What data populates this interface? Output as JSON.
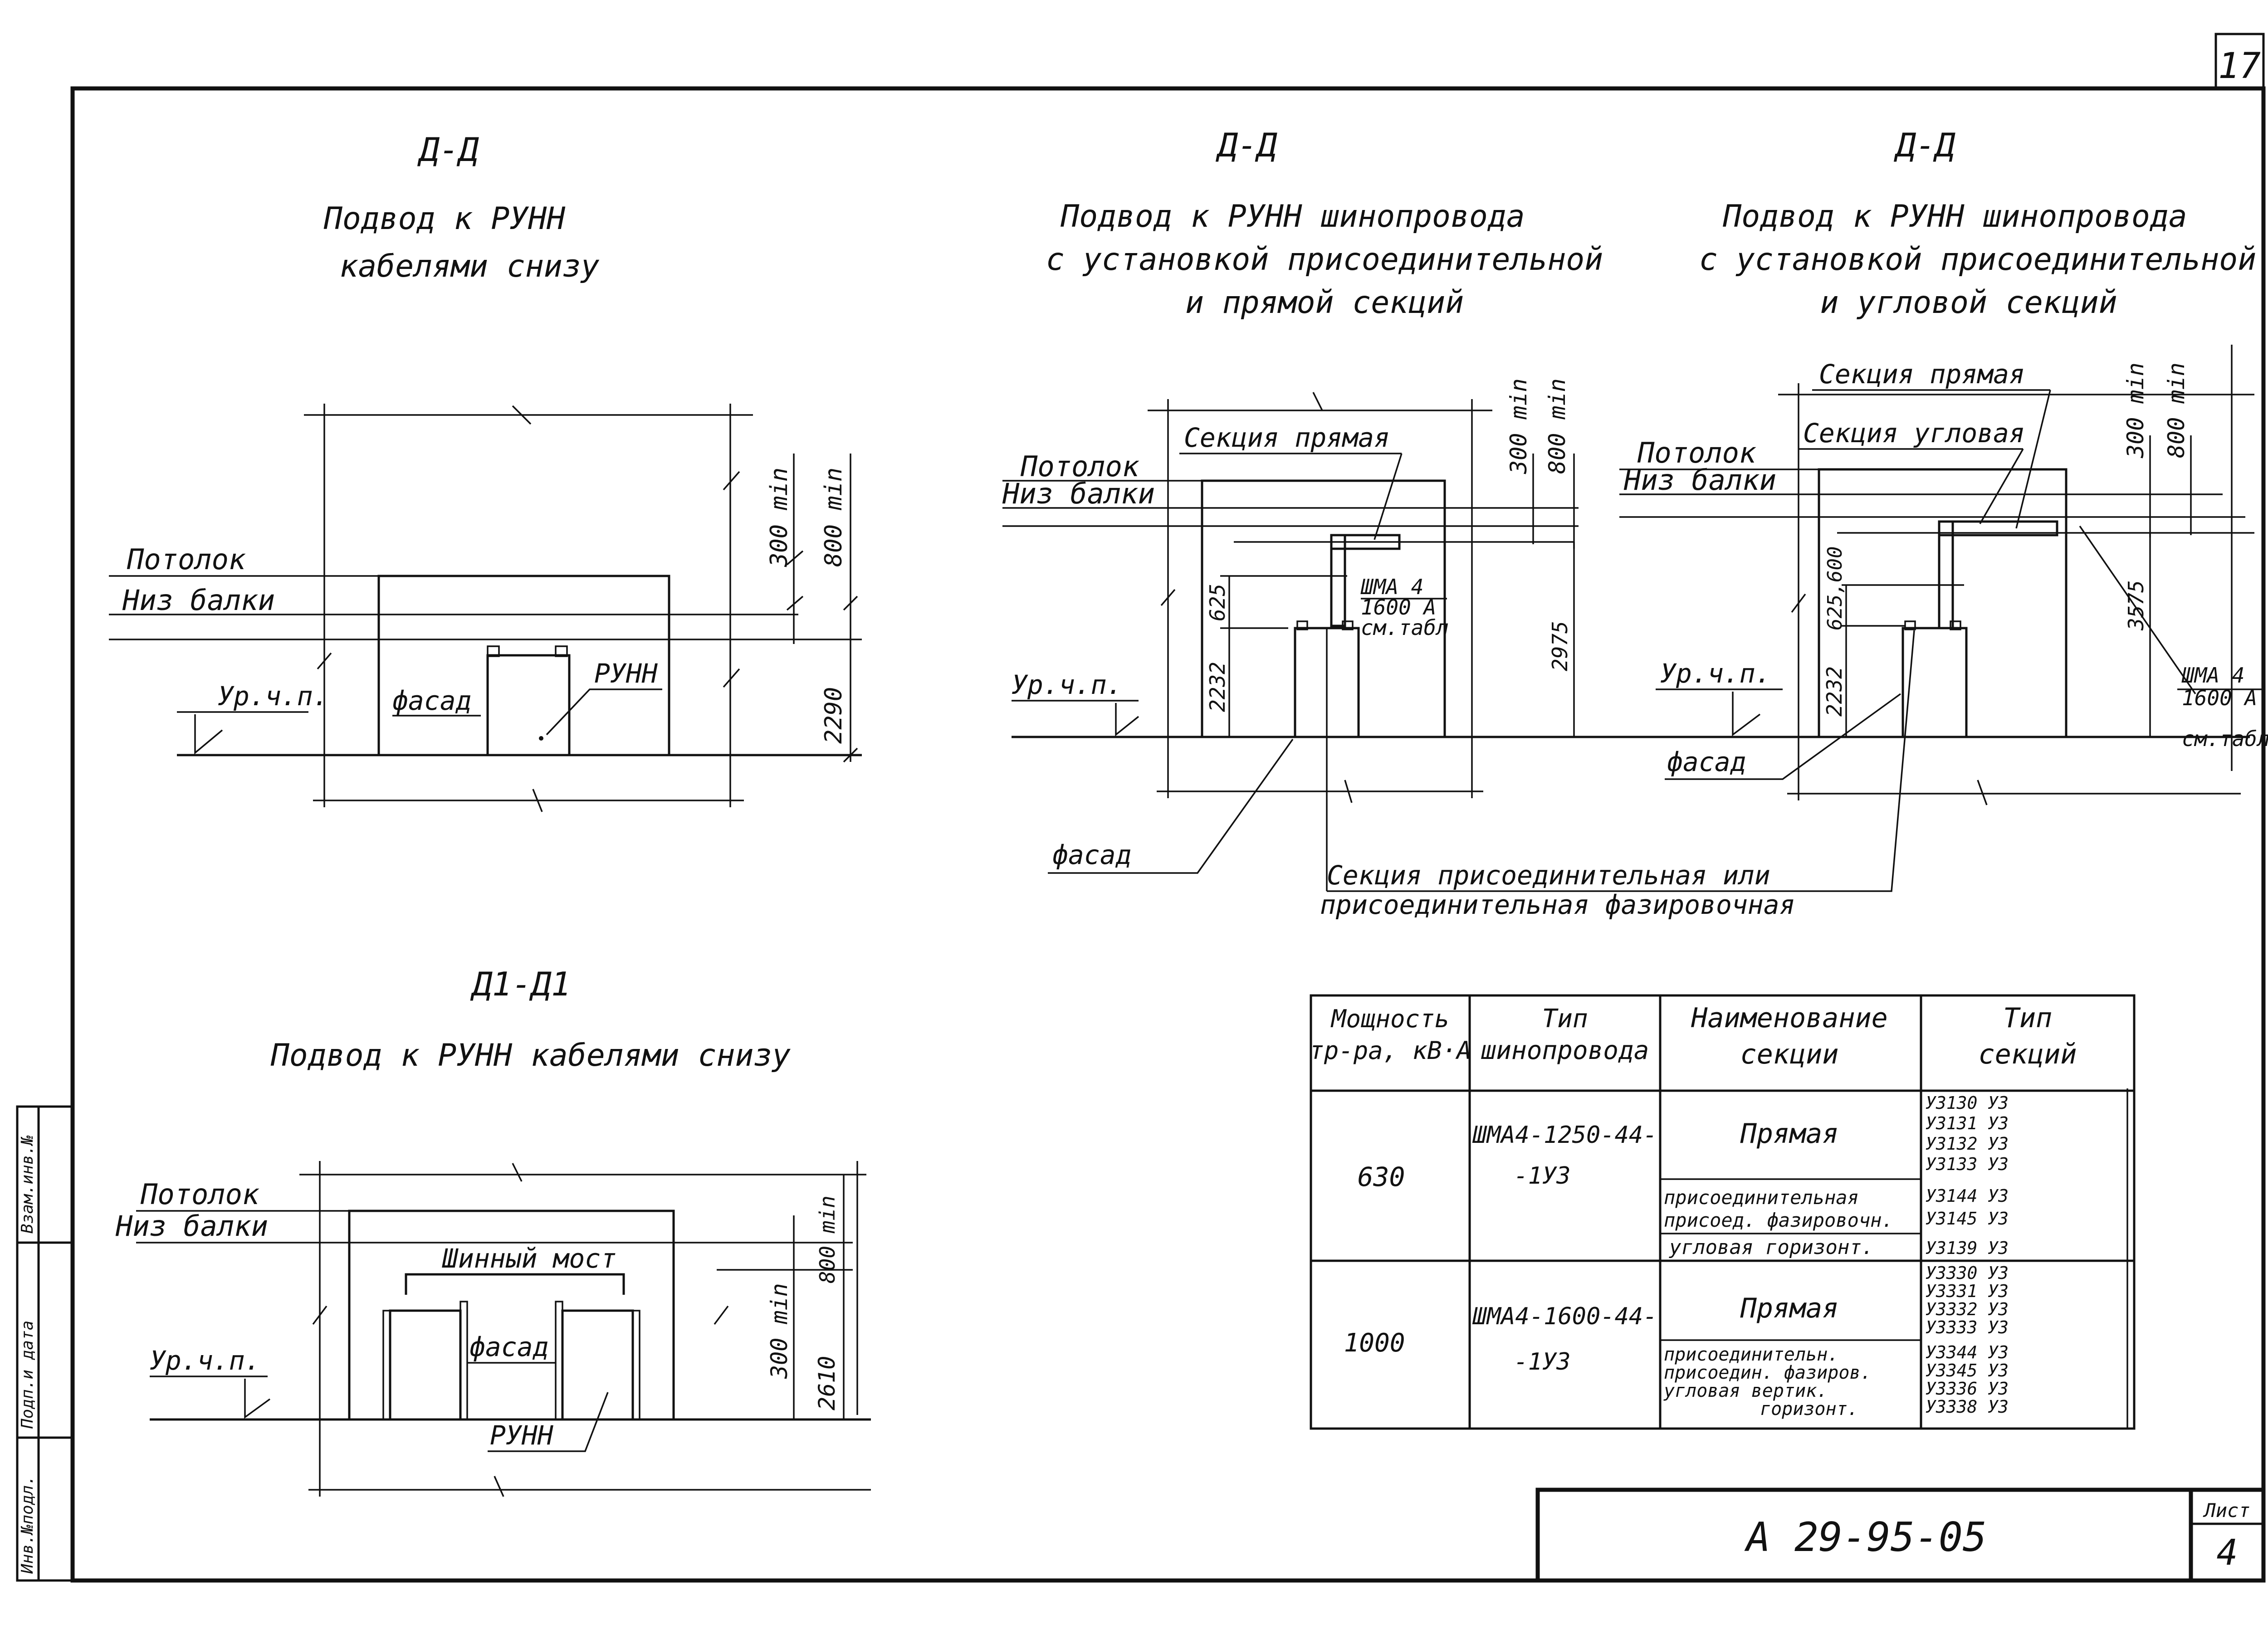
{
  "sheet": {
    "page_no": "17",
    "code": "А 29-95-05",
    "list_label": "Лист",
    "list_no": "4",
    "side_stamp": [
      "Инв.№подл.",
      "Подп.и дата",
      "Взам.инв.№"
    ]
  },
  "section_a": {
    "mark": "Д-Д",
    "title": [
      "Подвод к РУНН",
      "кабелями снизу"
    ],
    "labels": {
      "ceiling": "Потолок",
      "beam": "Низ балки",
      "floor": "Ур.ч.п.",
      "facade": "фасад",
      "runn": "РУНН"
    },
    "dims": {
      "d1": "300 min",
      "d2": "800 min",
      "d3": "2290"
    }
  },
  "section_b": {
    "mark": "Д-Д",
    "title": [
      "Подвод к РУНН шинопровода",
      "с установкой присоединительной",
      "и прямой секций"
    ],
    "labels": {
      "ceiling": "Потолок",
      "beam": "Низ балки",
      "floor": "Ур.ч.п.",
      "straight": "Секция прямая",
      "busway": [
        "ШМА 4",
        "1600 А",
        "см.табл"
      ],
      "facade": "фасад"
    },
    "dims": {
      "d1": "300 min",
      "d2": "800 min",
      "d3": "625",
      "d4": "2232",
      "d5": "2975"
    }
  },
  "section_c": {
    "mark": "Д-Д",
    "title": [
      "Подвод к РУНН шинопровода",
      "с установкой присоединительной",
      "и угловой секций"
    ],
    "labels": {
      "ceiling": "Потолок",
      "beam": "Низ балки",
      "floor": "Ур.ч.п.",
      "straight": "Секция прямая",
      "angle": "Секция угловая",
      "busway": [
        "ШМА 4",
        "1600 А",
        "см.табл"
      ],
      "facade": "фасад"
    },
    "dims": {
      "d1": "300 min",
      "d2": "800 min",
      "d3": "625,600",
      "d4": "2232",
      "d5": "3575"
    }
  },
  "common_note": [
    "Секция присоединительная или",
    "присоединительная фазировочная"
  ],
  "section_d": {
    "mark": "Д1-Д1",
    "title": [
      "Подвод к РУНН кабелями снизу"
    ],
    "labels": {
      "ceiling": "Потолок",
      "beam": "Низ балки",
      "floor": "Ур.ч.п.",
      "bridge": "Шинный мост",
      "facade": "фасад",
      "runn": "РУНН"
    },
    "dims": {
      "d1": "800 min",
      "d2": "300 min",
      "d3": "2610"
    }
  },
  "table": {
    "headers": [
      [
        "Мощность",
        "тр-ра, кВ·А"
      ],
      [
        "Тип",
        "шинопровода"
      ],
      [
        "Наименование",
        "секции"
      ],
      [
        "Тип",
        "секций"
      ]
    ],
    "groups": [
      {
        "power": "630",
        "busway": [
          "ШМА4-1250-44-",
          "-1У3"
        ],
        "rows": [
          {
            "name": [
              "Прямая"
            ],
            "codes": [
              "У3130 У3",
              "У3131 У3",
              "У3132 У3",
              "У3133 У3"
            ]
          },
          {
            "name": [
              "присоединительная",
              "присоед. фазировочн."
            ],
            "codes": [
              "У3144 У3",
              "У3145 У3"
            ]
          },
          {
            "name": [
              "угловая горизонт."
            ],
            "codes": [
              "У3139 У3"
            ]
          }
        ]
      },
      {
        "power": "1000",
        "busway": [
          "ШМА4-1600-44-",
          "-1У3"
        ],
        "rows": [
          {
            "name": [
              "Прямая"
            ],
            "codes": [
              "У3330 У3",
              "У3331 У3",
              "У3332 У3",
              "У3333 У3"
            ]
          },
          {
            "name": [
              "присоединительн.",
              "присоедин. фазиров.",
              "угловая вертик.",
              "горизонт."
            ],
            "codes": [
              "У3344 У3",
              "У3345 У3",
              "У3336 У3",
              "У3338 У3"
            ]
          }
        ]
      }
    ]
  }
}
